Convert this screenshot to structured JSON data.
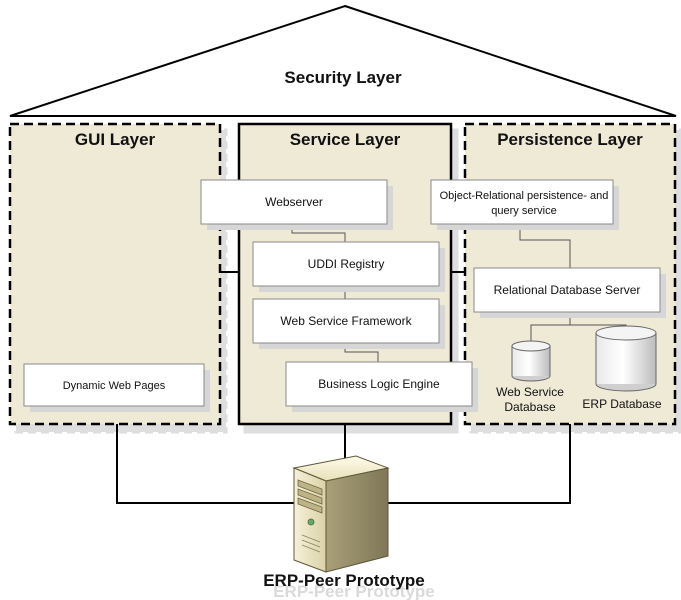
{
  "security_layer": {
    "title": "Security Layer"
  },
  "gui_layer": {
    "title": "GUI Layer",
    "components": {
      "dynamic_web_pages": "Dynamic Web Pages"
    }
  },
  "service_layer": {
    "title": "Service Layer",
    "components": {
      "webserver": "Webserver",
      "uddi_registry": "UDDI Registry",
      "web_service_framework": "Web Service Framework",
      "business_logic_engine": "Business Logic Engine"
    }
  },
  "persistence_layer": {
    "title": "Persistence Layer",
    "components": {
      "or_persistence_line1": "Object-Relational persistence- and",
      "or_persistence_line2": "query service",
      "relational_db_server": "Relational Database Server",
      "ws_db_line1": "Web Service",
      "ws_db_line2": "Database",
      "erp_db": "ERP Database"
    }
  },
  "server": {
    "label": "ERP-Peer Prototype"
  },
  "colors": {
    "layer_fill": "#efead6",
    "shadow": "#d9d9d9",
    "box_border": "#888888",
    "line": "#000000"
  }
}
